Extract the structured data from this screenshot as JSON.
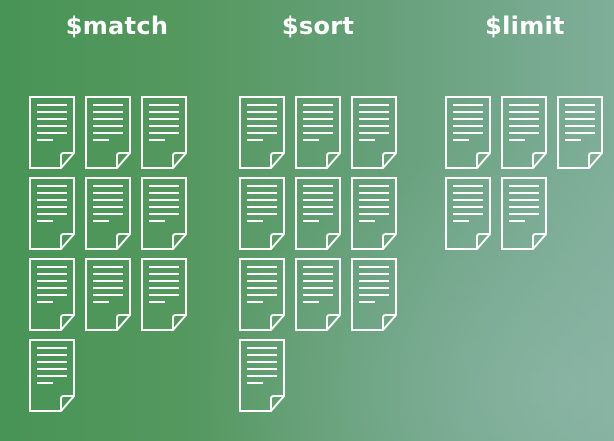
{
  "stages": [
    {
      "label": "$match",
      "document_count": 10
    },
    {
      "label": "$sort",
      "document_count": 10
    },
    {
      "label": "$limit",
      "document_count": 5
    }
  ],
  "icon": "document-icon",
  "colors": {
    "background_left": "#479455",
    "background_right": "#7fae99",
    "foreground": "#ffffff"
  }
}
